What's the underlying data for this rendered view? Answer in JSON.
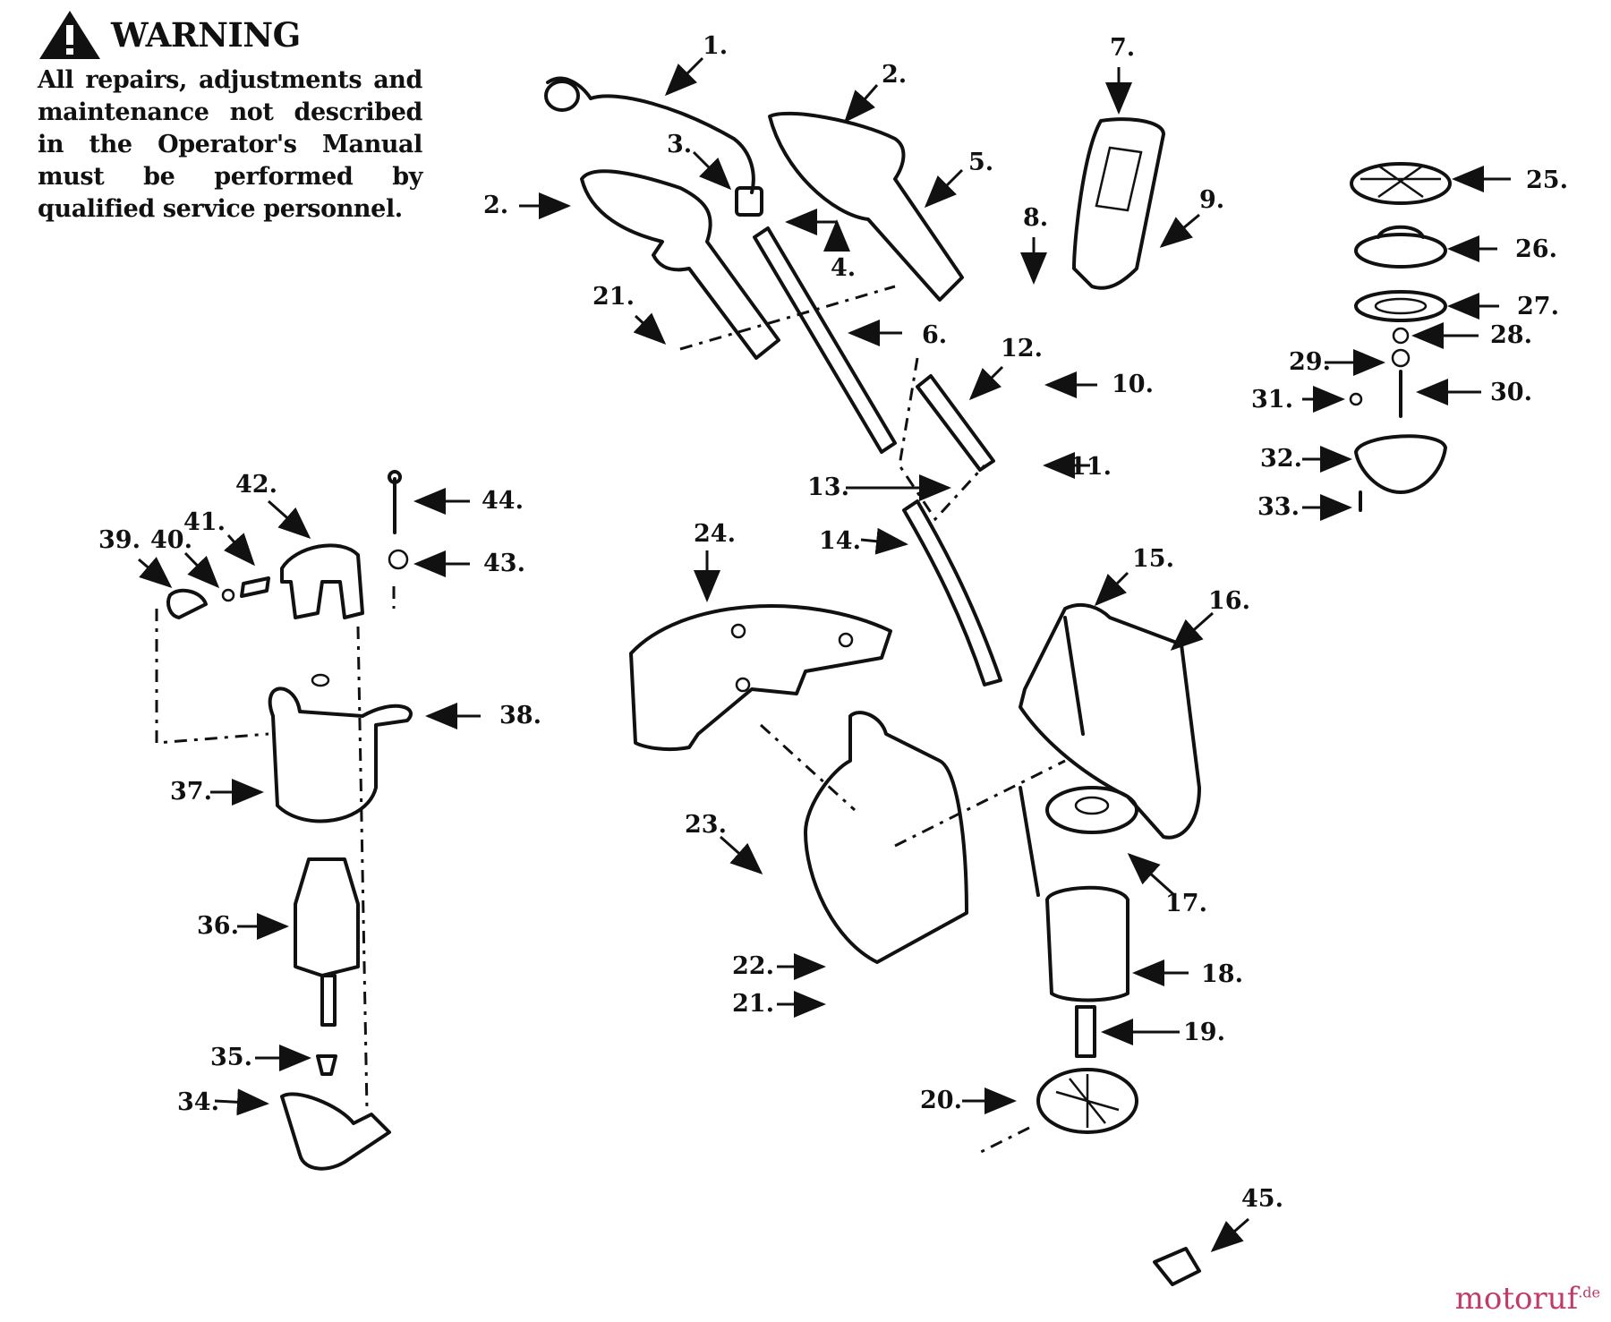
{
  "warning": {
    "title": "WARNING",
    "icon": "exclamation-triangle-icon",
    "text": "All repairs, adjustments and maintenance not described in the Operator's Manual must be performed by qualified service personnel."
  },
  "labels": {
    "p1": "1.",
    "p2a": "2.",
    "p2b": "2.",
    "p3": "3.",
    "p4": "4.",
    "p5": "5.",
    "p6": "6.",
    "p7": "7.",
    "p8": "8.",
    "p9": "9.",
    "p10": "10.",
    "p11": "11.",
    "p12": "12.",
    "p13": "13.",
    "p14": "14.",
    "p15": "15.",
    "p16": "16.",
    "p17": "17.",
    "p18": "18.",
    "p19": "19.",
    "p20": "20.",
    "p21a": "21.",
    "p21b": "21.",
    "p22": "22.",
    "p23": "23.",
    "p24": "24.",
    "p25": "25.",
    "p26": "26.",
    "p27": "27.",
    "p28": "28.",
    "p29": "29.",
    "p30": "30.",
    "p31": "31.",
    "p32": "32.",
    "p33": "33.",
    "p34": "34.",
    "p35": "35.",
    "p36": "36.",
    "p37": "37.",
    "p38": "38.",
    "p39": "39.",
    "p40": "40.",
    "p41": "41.",
    "p42": "42.",
    "p43": "43.",
    "p44": "44.",
    "p45": "45."
  },
  "watermark": {
    "main": "motoruf",
    "suffix": ".de",
    "color": "#c03a6a"
  }
}
